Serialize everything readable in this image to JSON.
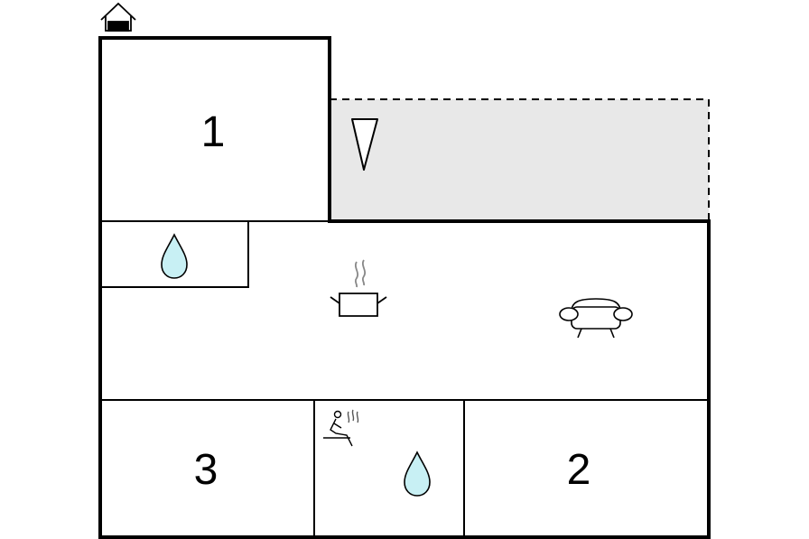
{
  "floorplan": {
    "rooms": {
      "bedroom_1": {
        "label": "1"
      },
      "bedroom_2": {
        "label": "2"
      },
      "bedroom_3": {
        "label": "3"
      }
    },
    "icons": {
      "entrance": "entrance-icon",
      "terrace": "terrace-icon",
      "bathroom_top": "water-drop-icon",
      "kitchen": "cooking-pot-icon",
      "living_room": "sofa-icon",
      "sauna": "sauna-icon",
      "bathroom_bottom": "water-drop-icon"
    },
    "colors": {
      "wall": "#000000",
      "terrace_fill": "#e8e8e8",
      "water": "#c8f0f4",
      "steam": "#888888"
    }
  }
}
